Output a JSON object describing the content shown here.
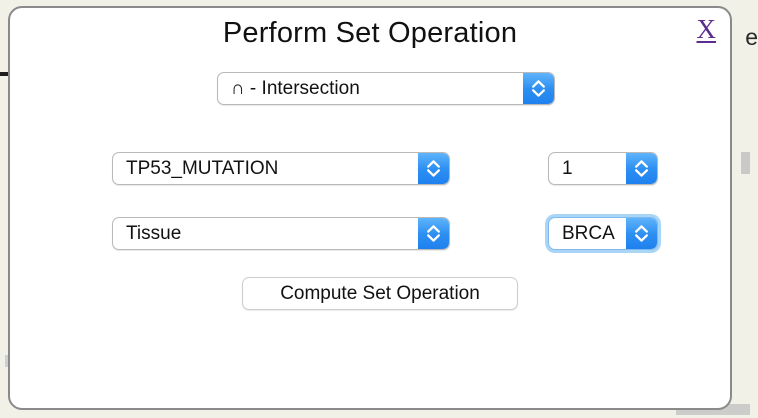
{
  "background": {
    "clipped_text_right": "e",
    "page_background_color": "#f2f1e8"
  },
  "dialog": {
    "title": "Perform Set Operation",
    "close_label": "X",
    "close_color": "#5b2d8e",
    "accent_color": "#2d8ff2",
    "focus_ring_color": "#a9d6f7",
    "operation": {
      "label": "set-operation",
      "value": "∩ - Intersection"
    },
    "row1": {
      "attribute": "TP53_MUTATION",
      "value": "1"
    },
    "row2": {
      "attribute": "Tissue",
      "value": "BRCA"
    },
    "compute_button_label": "Compute Set Operation"
  }
}
